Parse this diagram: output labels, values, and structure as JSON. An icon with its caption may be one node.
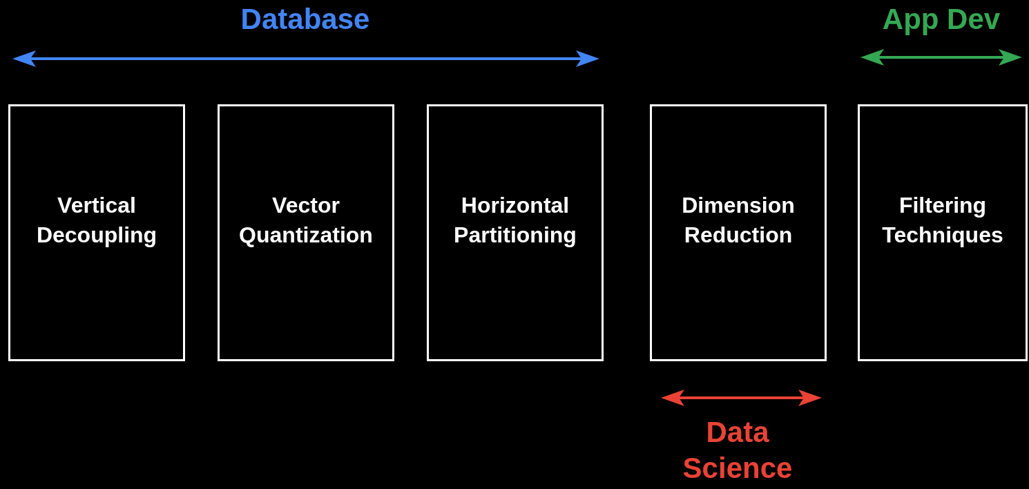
{
  "diagram": {
    "nodes": [
      {
        "text": [
          "Vertical Decoupling"
        ]
      },
      {
        "text": [
          "Vector Quantization"
        ]
      },
      {
        "text": [
          "Horizontal Partitioning"
        ]
      },
      {
        "text": [
          "Dimension Reduction"
        ]
      },
      {
        "text": [
          "Filtering Techniques"
        ]
      }
    ],
    "labels": [
      "Database",
      "App Dev",
      "Data Science"
    ]
  }
}
